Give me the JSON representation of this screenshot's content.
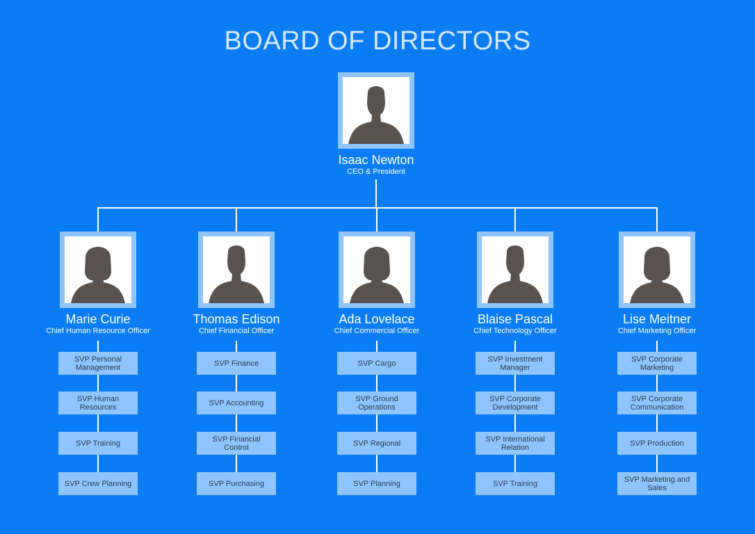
{
  "title": "BOARD OF DIRECTORS",
  "colors": {
    "background": "#0a7df5",
    "frame": "#8fc4ff",
    "silhouette": "#58534f",
    "box": "#8fc4ff"
  },
  "ceo": {
    "name": "Isaac Newton",
    "role": "CEO & President",
    "icon": "male-avatar-icon"
  },
  "officers": [
    {
      "name": "Marie Curie",
      "role": "Chief Human Resource Officer",
      "icon": "female-avatar-icon",
      "svps": [
        "SVP Personal Management",
        "SVP Human Resources",
        "SVP Training",
        "SVP Crew Planning"
      ]
    },
    {
      "name": "Thomas Edison",
      "role": "Chief Financial Officer",
      "icon": "male-avatar-icon",
      "svps": [
        "SVP Finance",
        "SVP Accounting",
        "SVP Financial Control",
        "SVP Purchasing"
      ]
    },
    {
      "name": "Ada Lovelace",
      "role": "Chief Commercial Officer",
      "icon": "female-avatar-icon",
      "svps": [
        "SVP Cargo",
        "SVP Ground Operations",
        "SVP Regional",
        "SVP Planning"
      ]
    },
    {
      "name": "Blaise Pascal",
      "role": "Chief Technology Officer",
      "icon": "male-avatar-icon",
      "svps": [
        "SVP Investment Manager",
        "SVP Corporate Development",
        "SVP International Relation",
        "SVP Training"
      ]
    },
    {
      "name": "Lise Meitner",
      "role": "Chief Marketing Officer",
      "icon": "female-avatar-icon",
      "svps": [
        "SVP Corporate Marketing",
        "SVP Corporate Communication",
        "SVP Production",
        "SVP Marketing and Sales"
      ]
    }
  ]
}
